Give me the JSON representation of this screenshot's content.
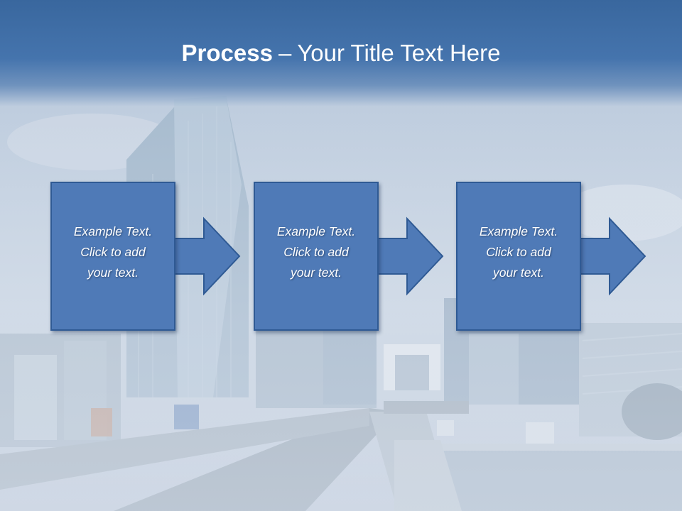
{
  "slide": {
    "title_bold": "Process",
    "title_separator": "–",
    "title_rest": "Your Title Text Here"
  },
  "steps": [
    {
      "lines": [
        "Example Text.",
        "Click  to add",
        "your text."
      ]
    },
    {
      "lines": [
        "Example Text.",
        "Click  to add",
        "your text."
      ]
    },
    {
      "lines": [
        "Example Text.",
        "Click  to add",
        "your text."
      ]
    }
  ],
  "colors": {
    "header": "#4574ad",
    "box_fill": "#4f7ab7",
    "box_border": "#2f5a94",
    "text": "#ffffff"
  },
  "background": {
    "image": "city-skyline-photo"
  }
}
